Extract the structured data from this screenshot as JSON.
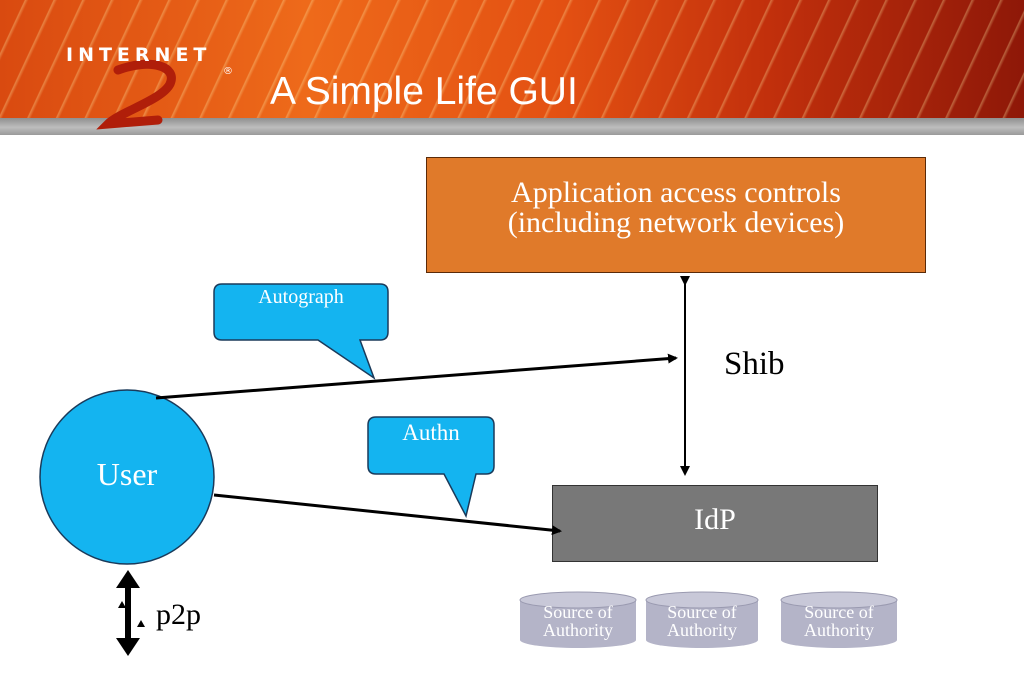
{
  "header": {
    "logo_text": "INTERNET",
    "logo_mark": "®",
    "title": "A Simple Life GUI"
  },
  "nodes": {
    "app": {
      "line1": "Application access controls",
      "line2": "(including network devices)"
    },
    "idp": "IdP",
    "user": "User",
    "sources": [
      {
        "line1": "Source of",
        "line2": "Authority"
      },
      {
        "line1": "Source of",
        "line2": "Authority"
      },
      {
        "line1": "Source of",
        "line2": "Authority"
      }
    ]
  },
  "callouts": {
    "autograph": "Autograph",
    "authn": "Authn"
  },
  "labels": {
    "shib": "Shib",
    "p2p": "p2p"
  },
  "colors": {
    "app_box": "#e07a2a",
    "idp_box": "#787878",
    "user_circle": "#14b4f0",
    "callout": "#14b4f0",
    "source": "#b4b4c8"
  }
}
